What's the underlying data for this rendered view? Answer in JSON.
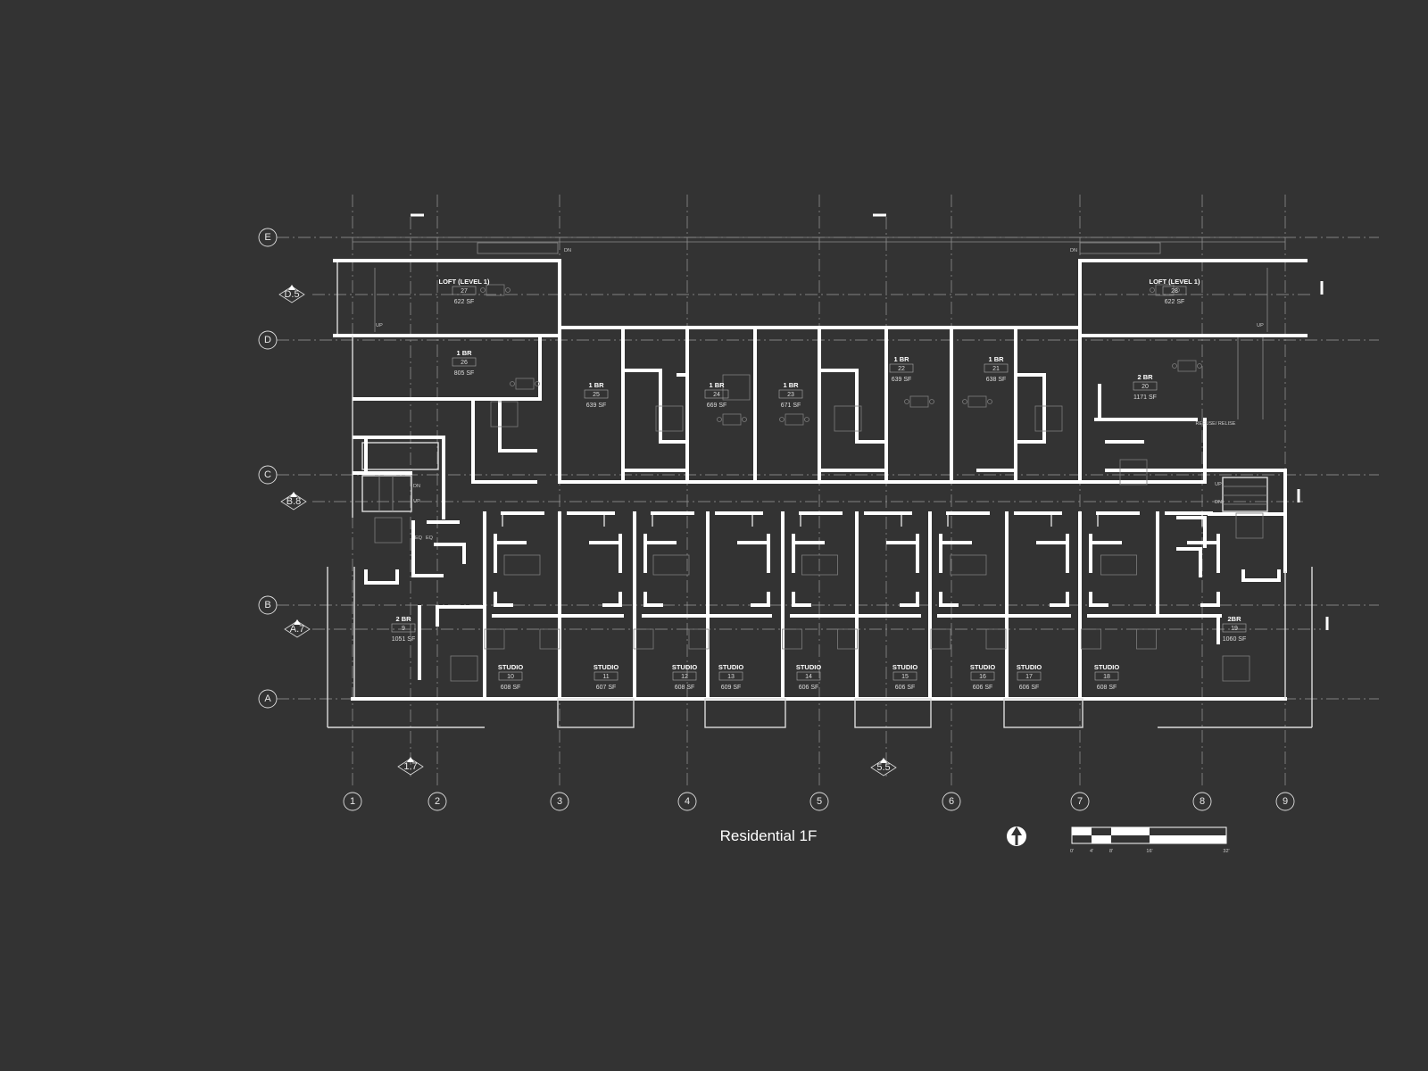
{
  "drawing_title": "Residential 1F",
  "grid_columns": [
    "1",
    "2",
    "3",
    "4",
    "5",
    "6",
    "7",
    "8",
    "9"
  ],
  "grid_rows": [
    "E",
    "D",
    "C",
    "B",
    "A"
  ],
  "section_markers": [
    "D.5",
    "B.8",
    "A.7",
    "1.7",
    "5.5"
  ],
  "units": [
    {
      "name": "LOFT (LEVEL 1)",
      "number": "27",
      "area": "622 SF"
    },
    {
      "name": "LOFT (LEVEL 1)",
      "number": "28",
      "area": "622 SF"
    },
    {
      "name": "1 BR",
      "number": "26",
      "area": "805 SF"
    },
    {
      "name": "1 BR",
      "number": "25",
      "area": "639 SF"
    },
    {
      "name": "1 BR",
      "number": "24",
      "area": "669 SF"
    },
    {
      "name": "1 BR",
      "number": "23",
      "area": "671 SF"
    },
    {
      "name": "1 BR",
      "number": "22",
      "area": "639 SF"
    },
    {
      "name": "1 BR",
      "number": "21",
      "area": "638 SF"
    },
    {
      "name": "2 BR",
      "number": "20",
      "area": "1171 SF"
    },
    {
      "name": "2 BR",
      "number": "9",
      "area": "1051 SF"
    },
    {
      "name": "2BR",
      "number": "19",
      "area": "1060 SF"
    },
    {
      "name": "STUDIO",
      "number": "10",
      "area": "608 SF"
    },
    {
      "name": "STUDIO",
      "number": "11",
      "area": "607 SF"
    },
    {
      "name": "STUDIO",
      "number": "12",
      "area": "608 SF"
    },
    {
      "name": "STUDIO",
      "number": "13",
      "area": "609 SF"
    },
    {
      "name": "STUDIO",
      "number": "14",
      "area": "606 SF"
    },
    {
      "name": "STUDIO",
      "number": "15",
      "area": "606 SF"
    },
    {
      "name": "STUDIO",
      "number": "16",
      "area": "606 SF"
    },
    {
      "name": "STUDIO",
      "number": "17",
      "area": "606 SF"
    },
    {
      "name": "STUDIO",
      "number": "18",
      "area": "608 SF"
    }
  ],
  "annotations": {
    "refuse": "REFUSE/ RELISE",
    "dn": "DN",
    "up": "UP",
    "eq": "EQ"
  },
  "scale_bar": {
    "labels": [
      "0'",
      "4'",
      "8'",
      "16'",
      "32'"
    ]
  },
  "colors": {
    "background": "#333333",
    "walls": "#ffffff",
    "grid": "#9a9a9a"
  }
}
